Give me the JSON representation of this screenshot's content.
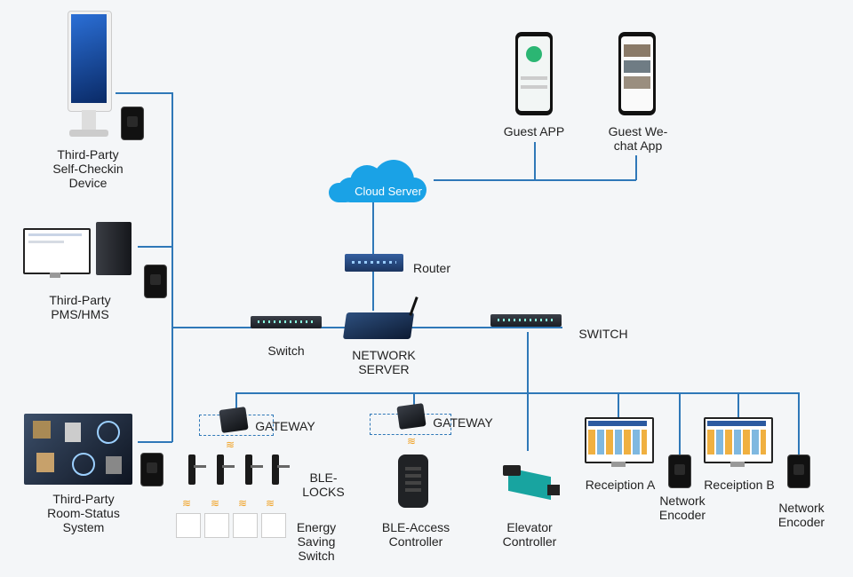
{
  "labels": {
    "self_checkin": [
      "Third-Party",
      "Self-Checkin",
      "Device"
    ],
    "pms": [
      "Third-Party",
      "PMS/HMS"
    ],
    "room_status": [
      "Third-Party",
      "Room-Status",
      "System"
    ],
    "guest_app": [
      "Guest APP"
    ],
    "wechat_app": [
      "Guest We-",
      "chat App"
    ],
    "cloud": "Cloud Server",
    "router": "Router",
    "switch_left": "Switch",
    "network_server": [
      "NETWORK",
      "SERVER"
    ],
    "switch_right": "SWITCH",
    "gateway1": "GATEWAY",
    "gateway2": "GATEWAY",
    "ble_locks": [
      "BLE-",
      "LOCKS"
    ],
    "energy_switch": [
      "Energy",
      "Saving",
      "Switch"
    ],
    "ble_access": [
      "BLE-Access",
      "Controller"
    ],
    "elevator": [
      "Elevator",
      "Controller"
    ],
    "reception_a": "Receiption A",
    "reception_b": "Receiption B",
    "encoder_a": [
      "Network",
      "Encoder"
    ],
    "encoder_b": [
      "Network",
      "Encoder"
    ]
  },
  "colors": {
    "line": "#2f78b8",
    "cloud": "#1aa2e6",
    "device_dark": "#1b1e24"
  }
}
